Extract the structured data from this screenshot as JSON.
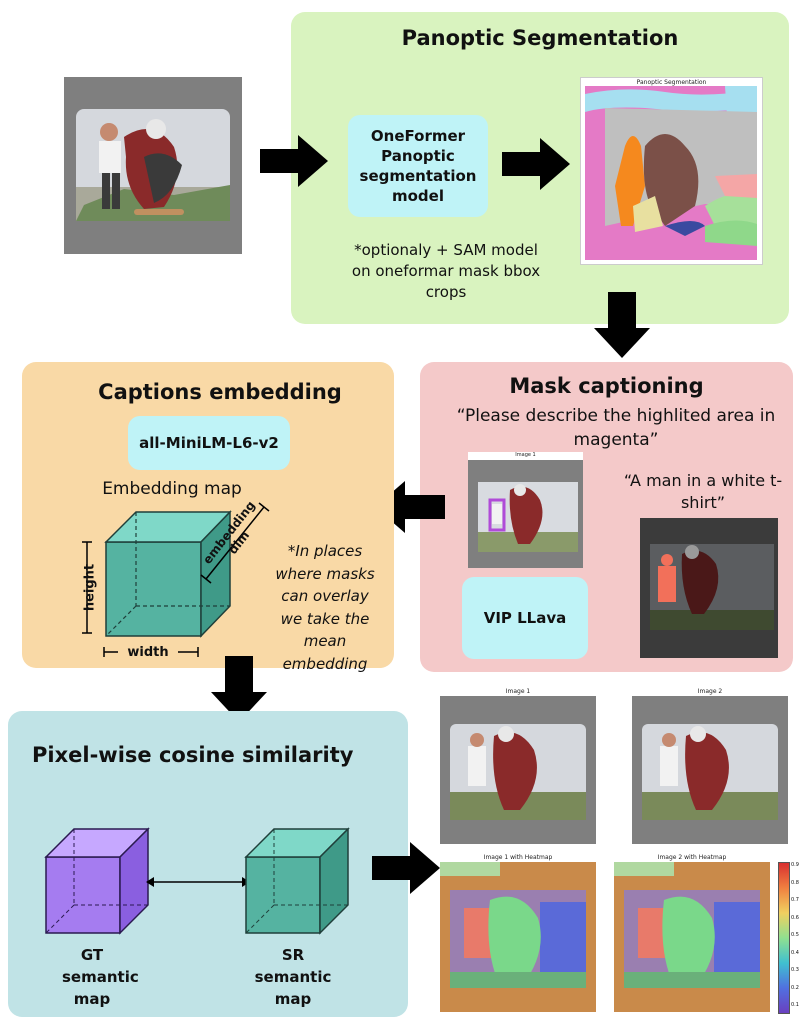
{
  "panoptic": {
    "title": "Panoptic Segmentation",
    "model": "OneFormer Panoptic segmentation model",
    "note": "*optionaly + SAM model on oneformar mask bbox crops",
    "output_caption": "Panoptic Segmentation"
  },
  "captioning": {
    "title": "Mask captioning",
    "prompt": "“Please describe the highlited area in magenta”",
    "answer": "“A man in a white t-shirt”",
    "model": "VIP LLava",
    "image_caption": "Image 1"
  },
  "embedding": {
    "title": "Captions embedding",
    "model": "all-MiniLM-L6-v2",
    "map_label": "Embedding map",
    "height_label": "height",
    "width_label": "width",
    "dim_label": "embedding dim",
    "note": "*In places where masks can overlay we take the mean embedding"
  },
  "similarity": {
    "title": "Pixel-wise cosine similarity",
    "gt_label": "GT semantic map",
    "sr_label": "SR semantic map",
    "captions": [
      "Image 1",
      "Image 2",
      "Image 1 with Heatmap",
      "Image 2 with Heatmap"
    ],
    "colorbar_ticks": [
      "0.9",
      "0.8",
      "0.7",
      "0.6",
      "0.5",
      "0.4",
      "0.3",
      "0.2",
      "0.1"
    ]
  },
  "colors": {
    "panoptic_bg": "#d9f3bf",
    "captioning_bg": "#f4c9c9",
    "embedding_bg": "#f9d9a6",
    "similarity_bg": "#c0e3e6",
    "model_box": "#bff3f7",
    "teal_cube": "#55b3a1",
    "purple_cube": "#a57cf0"
  },
  "icons": [
    "arrow-right-icon",
    "arrow-down-icon",
    "arrow-left-icon",
    "double-arrow-icon"
  ]
}
